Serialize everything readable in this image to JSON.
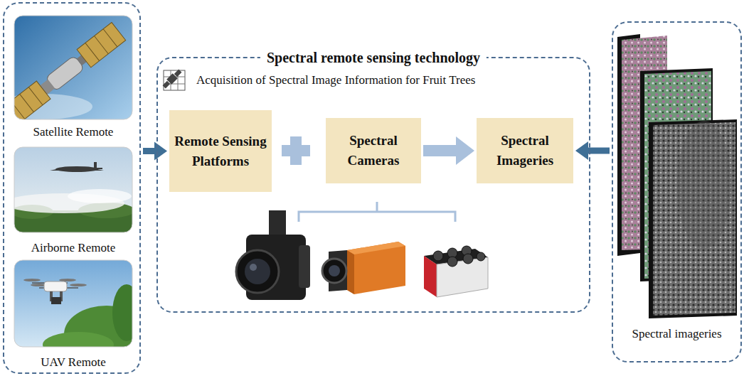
{
  "diagram": {
    "nodes": [
      {
        "text": []
      },
      {
        "text": [
          "Satellite Remote"
        ],
        "in": 0
      },
      {
        "text": [
          "Airborne Remote"
        ],
        "in": 0
      },
      {
        "text": [
          "UAV Remote"
        ],
        "in": 0
      },
      {
        "text": [
          "Spectral remote sensing technology",
          "Acquisition of Spectral Image Information for Fruit Trees"
        ]
      },
      {
        "text": [
          "Remote Sensing Platforms"
        ],
        "in": 4
      },
      {
        "text": [
          "Spectral Cameras"
        ],
        "in": 4
      },
      {
        "text": [
          "Spectral Imageries"
        ],
        "in": 4
      },
      {
        "text": [
          "Spectral imageries"
        ]
      }
    ],
    "edges": [
      {
        "from": 0,
        "to": 5,
        "arrow": "to"
      },
      {
        "from": 6,
        "to": 7,
        "arrow": "to"
      },
      {
        "from": 8,
        "to": 7,
        "arrow": "to"
      }
    ]
  }
}
